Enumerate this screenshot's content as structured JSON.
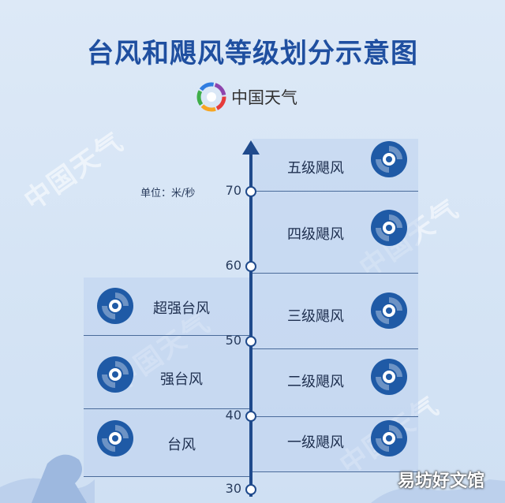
{
  "title": "台风和飓风等级划分示意图",
  "logo": {
    "text": "中国天气"
  },
  "watermark": "中国天气",
  "unit_label": "单位：米/秒",
  "axis_ticks": [
    "70",
    "60",
    "50",
    "40",
    "30"
  ],
  "hurricane_levels": [
    {
      "label": "五级飓风"
    },
    {
      "label": "四级飓风"
    },
    {
      "label": "三级飓风"
    },
    {
      "label": "二级飓风"
    },
    {
      "label": "一级飓风"
    }
  ],
  "typhoon_levels": [
    {
      "label": "超强台风"
    },
    {
      "label": "强台风"
    },
    {
      "label": "台风"
    }
  ],
  "footer_watermark": "易坊好文馆",
  "colors": {
    "title": "#1f4fa0",
    "axis": "#1f4a8c",
    "icon": "#1f5aa6",
    "band": "#c4d6ef"
  }
}
